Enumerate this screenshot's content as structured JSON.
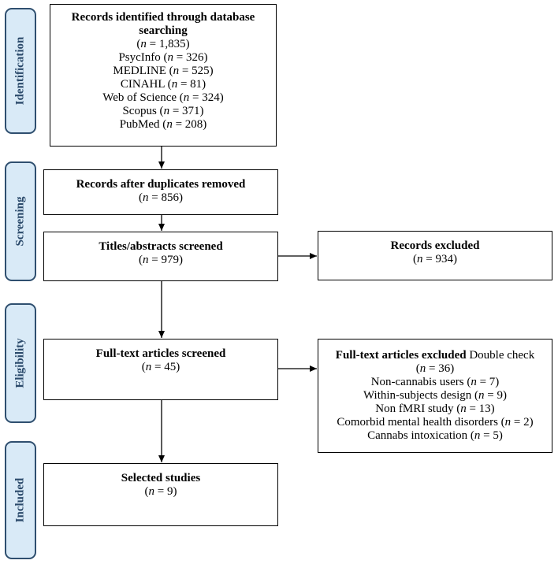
{
  "stages": {
    "identification": "Identification",
    "screening": "Screening",
    "eligibility": "Eligibility",
    "included": "Included"
  },
  "identified": {
    "title_line1": "Records identified through database",
    "title_line2": "searching",
    "total": "(n = 1,835)",
    "sources": [
      "PsycInfo (n = 326)",
      "MEDLINE (n = 525)",
      "CINAHL (n = 81)",
      "Web of Science (n = 324)",
      "Scopus (n = 371)",
      "PubMed (n = 208)"
    ]
  },
  "dedup": {
    "title": "Records after duplicates removed",
    "count": "(n = 856)"
  },
  "screened": {
    "title": "Titles/abstracts screened",
    "count": "(n = 979)"
  },
  "excluded": {
    "title": "Records excluded",
    "count": "(n = 934)"
  },
  "fulltext": {
    "title": "Full-text articles screened",
    "count": "(n = 45)"
  },
  "fulltext_excluded": {
    "title": "Full-text articles excluded",
    "suffix": " Double check",
    "count": "(n = 36)",
    "reasons": [
      "Non-cannabis users (n = 7)",
      "Within-subjects design (n = 9)",
      "Non fMRI study (n = 13)",
      "Comorbid mental health disorders (n = 2)",
      "Cannabs intoxication (n = 5)"
    ]
  },
  "selected": {
    "title": "Selected studies",
    "count": "(n = 9)"
  }
}
